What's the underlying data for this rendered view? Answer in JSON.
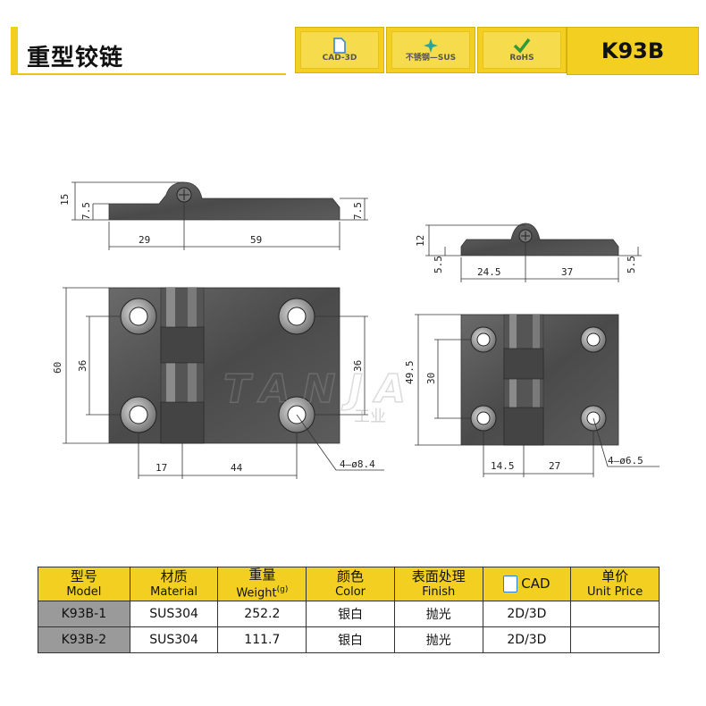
{
  "header": {
    "title": "重型铰链",
    "model": "K93B",
    "badges": [
      {
        "icon": "document-icon",
        "label": "CAD-3D"
      },
      {
        "icon": "sparkle-icon",
        "label": "不锈钢—SUS"
      },
      {
        "icon": "check-icon",
        "label": "RoHS"
      }
    ]
  },
  "watermark": {
    "text": "TANJA",
    "sub": "工业"
  },
  "dimensions": {
    "large_side": {
      "h15": "15",
      "h7_5_left": "7.5",
      "h7_5_right": "7.5",
      "w29": "29",
      "w59": "59"
    },
    "large_front": {
      "h60": "60",
      "h36_left": "36",
      "h36_right": "36",
      "w17": "17",
      "w44": "44",
      "holes": "4—ø8.4"
    },
    "small_side": {
      "h12": "12",
      "h5_5_left": "5.5",
      "h5_5_right": "5.5",
      "w24_5": "24.5",
      "w37": "37"
    },
    "small_front": {
      "h49_5": "49.5",
      "h30": "30",
      "w14_5": "14.5",
      "w27": "27",
      "holes": "4—ø6.5"
    }
  },
  "table": {
    "headers": [
      {
        "cn": "型号",
        "en": "Model"
      },
      {
        "cn": "材质",
        "en": "Material"
      },
      {
        "cn": "重量",
        "en": "Weight",
        "sup": "(g)"
      },
      {
        "cn": "颜色",
        "en": "Color"
      },
      {
        "cn": "表面处理",
        "en": "Finish"
      },
      {
        "cn": "CAD",
        "en": ""
      },
      {
        "cn": "单价",
        "en": "Unit Price"
      }
    ],
    "rows": [
      {
        "model": "K93B-1",
        "material": "SUS304",
        "weight": "252.2",
        "color": "银白",
        "finish": "抛光",
        "cad": "2D/3D",
        "price": ""
      },
      {
        "model": "K93B-2",
        "material": "SUS304",
        "weight": "111.7",
        "color": "银白",
        "finish": "抛光",
        "cad": "2D/3D",
        "price": ""
      }
    ]
  }
}
